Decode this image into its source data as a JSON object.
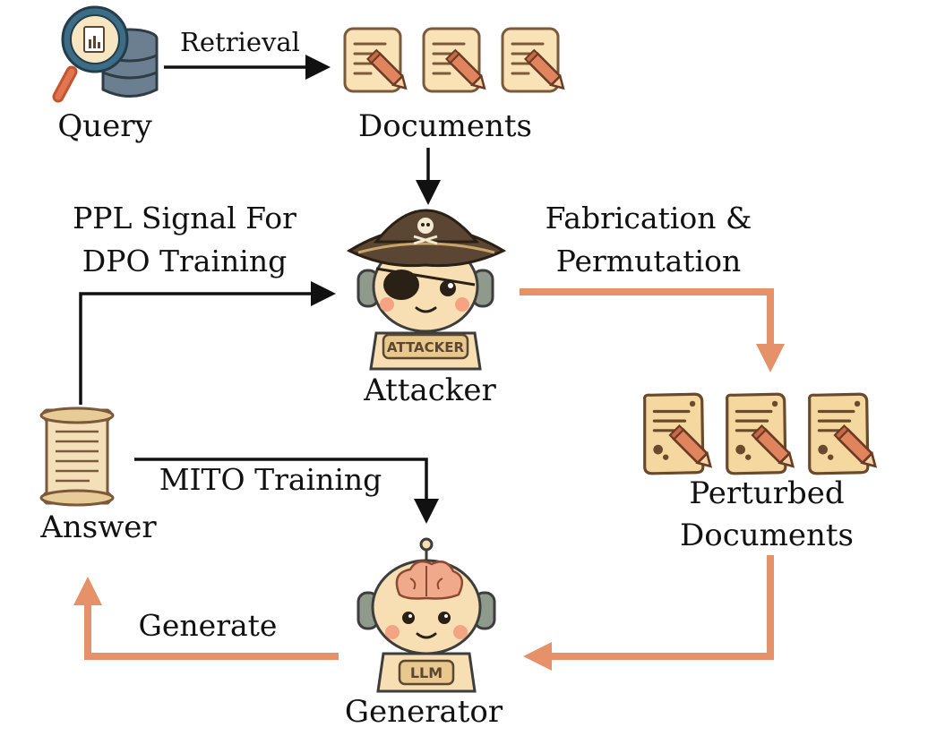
{
  "nodes": {
    "query": "Query",
    "documents": "Documents",
    "attacker": "Attacker",
    "attacker_badge": "ATTACKER",
    "perturbed_line1": "Perturbed",
    "perturbed_line2": "Documents",
    "generator": "Generator",
    "generator_badge": "LLM",
    "answer": "Answer"
  },
  "edges": {
    "retrieval": "Retrieval",
    "ppl_line1": "PPL Signal For",
    "ppl_line2": "DPO Training",
    "fabrication_line1": "Fabrication &",
    "fabrication_line2": "Permutation",
    "mito": "MITO Training",
    "generate": "Generate"
  },
  "colors": {
    "black_arrow": "#111111",
    "orange_arrow": "#e5916a",
    "paper": "#f8e2b6",
    "paper_outline": "#7a5a3a",
    "pencil": "#e0845e",
    "face": "#f7dfb3",
    "cheek": "#f4a484",
    "hat": "#5a4632",
    "headphone": "#8f9a8c",
    "magnifier": "#3d6c86",
    "database": "#6c7f90"
  },
  "icons": [
    "magnifier-database-icon",
    "document-icon",
    "pirate-robot-icon",
    "scroll-icon",
    "stained-document-icon",
    "brain-robot-icon"
  ]
}
